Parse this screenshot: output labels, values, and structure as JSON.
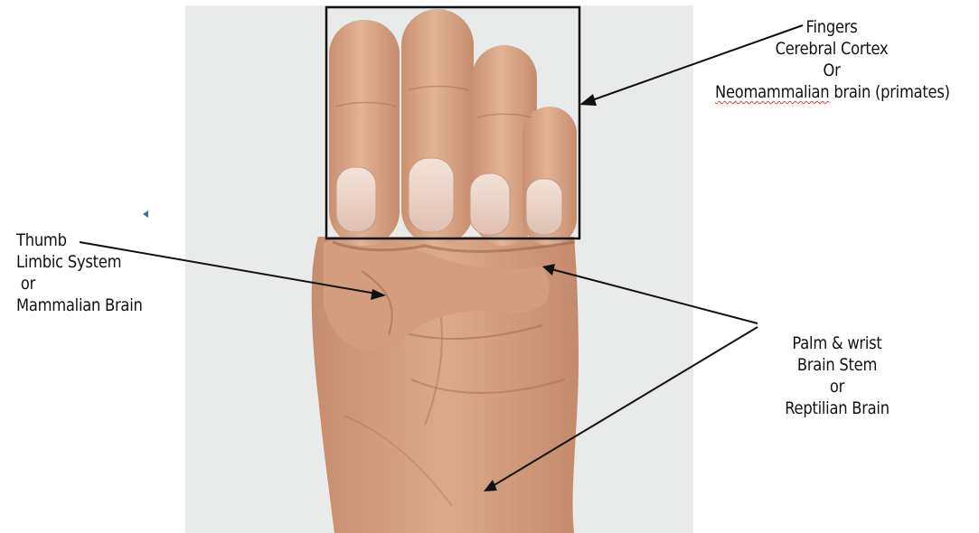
{
  "labels": {
    "fingers": {
      "lines": [
        "Fingers",
        "Cerebral Cortex",
        "Or"
      ],
      "last_line_flagged_word": "Neomammalian",
      "last_line_rest": " brain (primates)"
    },
    "thumb": {
      "lines": [
        "Thumb",
        "Limbic System",
        " or",
        "Mammalian Brain"
      ]
    },
    "palm": {
      "lines": [
        "Palm & wrist",
        "Brain Stem",
        "or",
        "Reptilian Brain"
      ]
    }
  },
  "colors": {
    "background": "#ffffff",
    "photo_backdrop": "#e9eaea",
    "skin": "#d9a585",
    "skin_dark": "#b97d5f",
    "nail": "#ecd9cf",
    "annotation": "#111111",
    "spellcheck": "#d04040"
  }
}
